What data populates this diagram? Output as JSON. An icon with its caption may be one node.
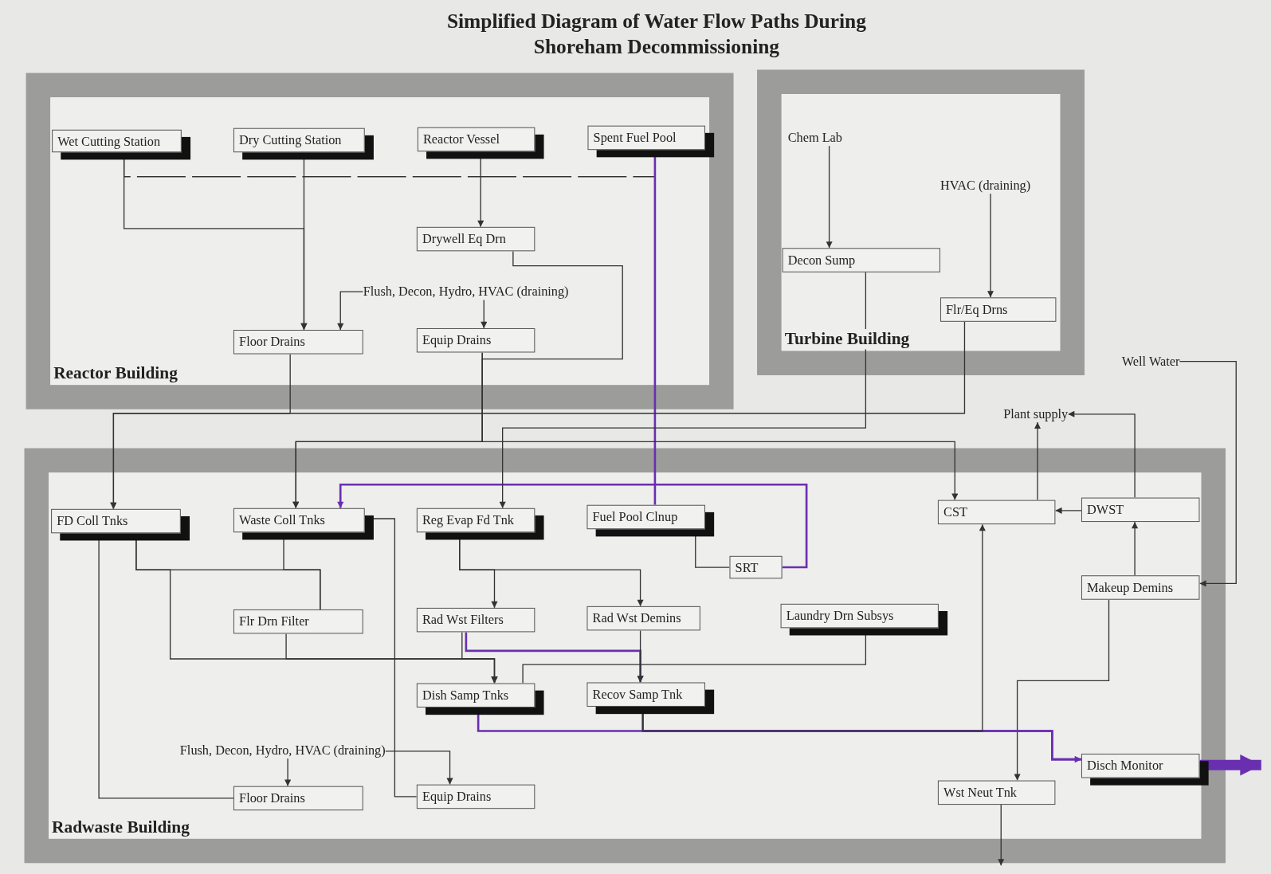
{
  "diagram": {
    "title": "Simplified Diagram of Water Flow Paths During Shoreham Decommissioning",
    "nodes": [
      {
        "text": [
          "Reactor Building"
        ]
      },
      {
        "text": [
          "Wet Cutting Station"
        ],
        "in": 0
      },
      {
        "text": [
          "Dry Cutting Station"
        ],
        "in": 0
      },
      {
        "text": [
          "Reactor Vessel"
        ],
        "in": 0
      },
      {
        "text": [
          "Spent Fuel Pool"
        ],
        "in": 0
      },
      {
        "text": [
          "Drywell Eq Drn"
        ],
        "in": 0
      },
      {
        "text": [
          "Floor Drains"
        ],
        "in": 0
      },
      {
        "text": [
          "Equip Drains"
        ],
        "in": 0
      },
      {
        "text": [
          "Flush, Decon, Hydro, HVAC (draining)"
        ],
        "in": 0
      },
      {
        "text": [
          "Turbine Building"
        ]
      },
      {
        "text": [
          "Chem Lab"
        ],
        "in": 9
      },
      {
        "text": [
          "HVAC (draining)"
        ],
        "in": 9
      },
      {
        "text": [
          "Decon Sump"
        ],
        "in": 9
      },
      {
        "text": [
          "Flr/Eq Drns"
        ],
        "in": 9
      },
      {
        "text": [
          "Well Water"
        ]
      },
      {
        "text": [
          "Plant supply"
        ]
      },
      {
        "text": [
          "Radwaste Building"
        ]
      },
      {
        "text": [
          "FD Coll Tnks"
        ],
        "in": 16
      },
      {
        "text": [
          "Waste Coll Tnks"
        ],
        "in": 16
      },
      {
        "text": [
          "Reg Evap Fd Tnk"
        ],
        "in": 16
      },
      {
        "text": [
          "Fuel Pool Clnup"
        ],
        "in": 16
      },
      {
        "text": [
          "SRT"
        ],
        "in": 16
      },
      {
        "text": [
          "CST"
        ],
        "in": 16
      },
      {
        "text": [
          "DWST"
        ],
        "in": 16
      },
      {
        "text": [
          "Makeup Demins"
        ],
        "in": 16
      },
      {
        "text": [
          "Flr Drn Filter"
        ],
        "in": 16
      },
      {
        "text": [
          "Rad Wst Filters"
        ],
        "in": 16
      },
      {
        "text": [
          "Rad Wst Demins"
        ],
        "in": 16
      },
      {
        "text": [
          "Laundry Drn Subsys"
        ],
        "in": 16
      },
      {
        "text": [
          "Dish Samp Tnks"
        ],
        "in": 16
      },
      {
        "text": [
          "Recov Samp Tnk"
        ],
        "in": 16
      },
      {
        "text": [
          "Flush, Decon, Hydro, HVAC (draining)"
        ],
        "in": 16
      },
      {
        "text": [
          "Floor Drains"
        ],
        "in": 16
      },
      {
        "text": [
          "Equip Drains"
        ],
        "in": 16
      },
      {
        "text": [
          "Disch Monitor"
        ],
        "in": 16
      },
      {
        "text": [
          "Wst Neut Tnk"
        ],
        "in": 16
      }
    ],
    "edges": [
      {
        "from": 1,
        "to": 6,
        "arrow": "to"
      },
      {
        "from": 2,
        "to": 6,
        "arrow": "to"
      },
      {
        "from": 4,
        "to": 1,
        "arrow": "none",
        "style": "dashed"
      },
      {
        "from": 3,
        "to": 5,
        "arrow": "to"
      },
      {
        "from": 5,
        "to": 18,
        "arrow": "to"
      },
      {
        "from": 7,
        "to": 18,
        "arrow": "to"
      },
      {
        "from": 8,
        "to": 6,
        "arrow": "to"
      },
      {
        "from": 8,
        "to": 7,
        "arrow": "to"
      },
      {
        "from": 6,
        "to": 17,
        "arrow": "to"
      },
      {
        "from": 4,
        "to": 20,
        "arrow": "none",
        "color": "#6a2fb0"
      },
      {
        "from": 20,
        "to": 21,
        "arrow": "none"
      },
      {
        "from": 21,
        "to": 18,
        "arrow": "to",
        "color": "#6a2fb0"
      },
      {
        "from": 10,
        "to": 12,
        "arrow": "to"
      },
      {
        "from": 11,
        "to": 13,
        "arrow": "to"
      },
      {
        "from": 12,
        "to": 19,
        "arrow": "to"
      },
      {
        "from": 13,
        "to": 17,
        "arrow": "to"
      },
      {
        "from": 7,
        "to": 22,
        "arrow": "to"
      },
      {
        "from": 14,
        "to": 24,
        "arrow": "to"
      },
      {
        "from": 23,
        "to": 15,
        "arrow": "to"
      },
      {
        "from": 22,
        "to": 15,
        "arrow": "to"
      },
      {
        "from": 23,
        "to": 22,
        "arrow": "to"
      },
      {
        "from": 24,
        "to": 23,
        "arrow": "to"
      },
      {
        "from": 24,
        "to": 35,
        "arrow": "to"
      },
      {
        "from": 35,
        "to": null,
        "arrow": "to"
      },
      {
        "from": 29,
        "to": 34,
        "arrow": "to",
        "color": "#6a2fb0"
      },
      {
        "from": 30,
        "to": 34,
        "arrow": "to",
        "color": "#6a2fb0"
      },
      {
        "from": 30,
        "to": 22,
        "arrow": "to"
      },
      {
        "from": 34,
        "to": null,
        "arrow": "to",
        "style": "thick",
        "color": "#6a2fb0"
      },
      {
        "from": 17,
        "to": 25,
        "arrow": "none"
      },
      {
        "from": 18,
        "to": 25,
        "arrow": "none"
      },
      {
        "from": 19,
        "to": 26,
        "arrow": "to"
      },
      {
        "from": 19,
        "to": 27,
        "arrow": "to"
      },
      {
        "from": 17,
        "to": 29,
        "arrow": "to"
      },
      {
        "from": 25,
        "to": 29,
        "arrow": "to"
      },
      {
        "from": 26,
        "to": 29,
        "arrow": "to"
      },
      {
        "from": 26,
        "to": 30,
        "arrow": "to",
        "color": "#6a2fb0"
      },
      {
        "from": 27,
        "to": 30,
        "arrow": "to"
      },
      {
        "from": 28,
        "to": 29,
        "arrow": "none"
      },
      {
        "from": 31,
        "to": 32,
        "arrow": "to"
      },
      {
        "from": 31,
        "to": 33,
        "arrow": "to"
      },
      {
        "from": 32,
        "to": 17,
        "arrow": "to"
      },
      {
        "from": 33,
        "to": 18,
        "arrow": "to"
      }
    ]
  }
}
